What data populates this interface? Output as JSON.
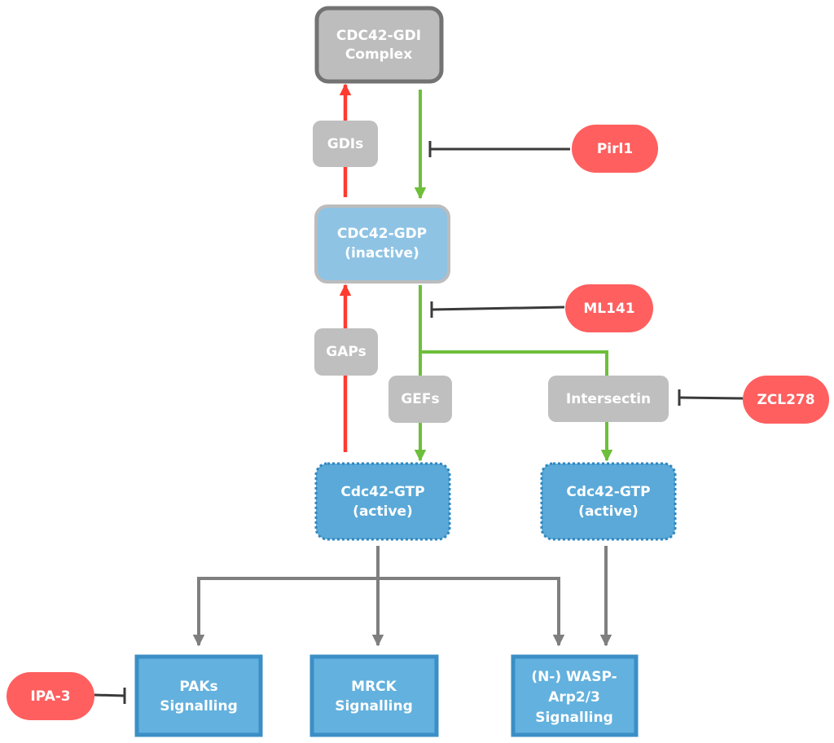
{
  "nodes": {
    "gdi_complex": {
      "line1": "CDC42-GDI",
      "line2": "Complex"
    },
    "gdp_inactive": {
      "line1": "CDC42-GDP",
      "line2": "(inactive)"
    },
    "gtp_active_left": {
      "line1": "Cdc42-GTP",
      "line2": "(active)"
    },
    "gtp_active_right": {
      "line1": "Cdc42-GTP",
      "line2": "(active)"
    },
    "paks": {
      "line1": "PAKs",
      "line2": "Signalling"
    },
    "mrck": {
      "line1": "MRCK",
      "line2": "Signalling"
    },
    "wasp": {
      "line1": "(N-) WASP-",
      "line2": "Arp2/3",
      "line3": "Signalling"
    }
  },
  "regulators": {
    "gdis": "GDIs",
    "gaps": "GAPs",
    "gefs": "GEFs",
    "intersectin": "Intersectin"
  },
  "inhibitors": {
    "pirl1": "Pirl1",
    "ml141": "ML141",
    "zcl278": "ZCL278",
    "ipa3": "IPA-3"
  },
  "colors": {
    "red_arrow": "#ff3b30",
    "green_arrow": "#6dbf3a",
    "gray_arrow": "#7f7f7f",
    "inhibitor": "#ff5f5f",
    "regulator": "#bfbfbf",
    "gdi_complex_fill": "#bdbdbd",
    "gdp_fill": "#8ec3e4",
    "gtp_fill": "#5aa9d8",
    "signalling_fill": "#63b1de"
  }
}
